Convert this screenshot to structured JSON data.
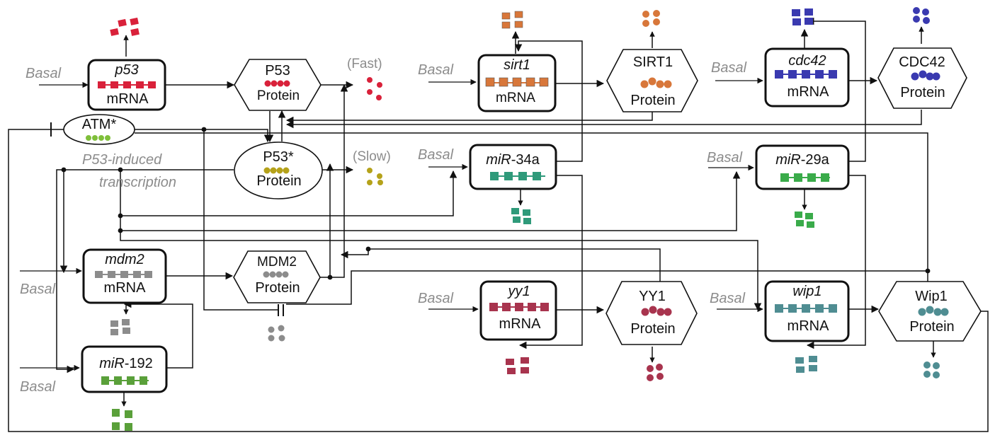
{
  "basal": "Basal",
  "rate_fast": "(Fast)",
  "rate_slow": "(Slow)",
  "p53_induced_line1": "P53-induced",
  "p53_induced_line2": "transcription",
  "nodes": {
    "p53_mrna": {
      "gene": "p53",
      "kind": "mRNA"
    },
    "p53_protein": {
      "name": "P53",
      "kind": "Protein"
    },
    "p53_active": {
      "name": "P53*",
      "kind": "Protein"
    },
    "atm": {
      "name": "ATM*"
    },
    "sirt1_mrna": {
      "gene": "sirt1",
      "kind": "mRNA"
    },
    "sirt1_protein": {
      "name": "SIRT1",
      "kind": "Protein"
    },
    "cdc42_mrna": {
      "gene": "cdc42",
      "kind": "mRNA"
    },
    "cdc42_protein": {
      "name": "CDC42",
      "kind": "Protein"
    },
    "mir34a": {
      "prefix": "miR",
      "suffix": "-34a"
    },
    "mir29a": {
      "prefix": "miR",
      "suffix": "-29a"
    },
    "mdm2_mrna": {
      "gene": "mdm2",
      "kind": "mRNA"
    },
    "mdm2_protein": {
      "name": "MDM2",
      "kind": "Protein"
    },
    "mir192": {
      "prefix": "miR",
      "suffix": "-192"
    },
    "yy1_mrna": {
      "gene": "yy1",
      "kind": "mRNA"
    },
    "yy1_protein": {
      "name": "YY1",
      "kind": "Protein"
    },
    "wip1_mrna": {
      "gene": "wip1",
      "kind": "mRNA"
    },
    "wip1_protein": {
      "name": "Wip1",
      "kind": "Protein"
    }
  },
  "colors": {
    "p53": "#d9213a",
    "p53_active": "#b5a21a",
    "atm": "#7fbf3a",
    "sirt1": "#d8773a",
    "cdc42": "#3a3ab0",
    "mir34a": "#2f9a7a",
    "mir29a": "#3aab4a",
    "mdm2": "#8c8c8c",
    "mir192": "#5aa03a",
    "yy1": "#a8344e",
    "wip1": "#4f8d92"
  }
}
